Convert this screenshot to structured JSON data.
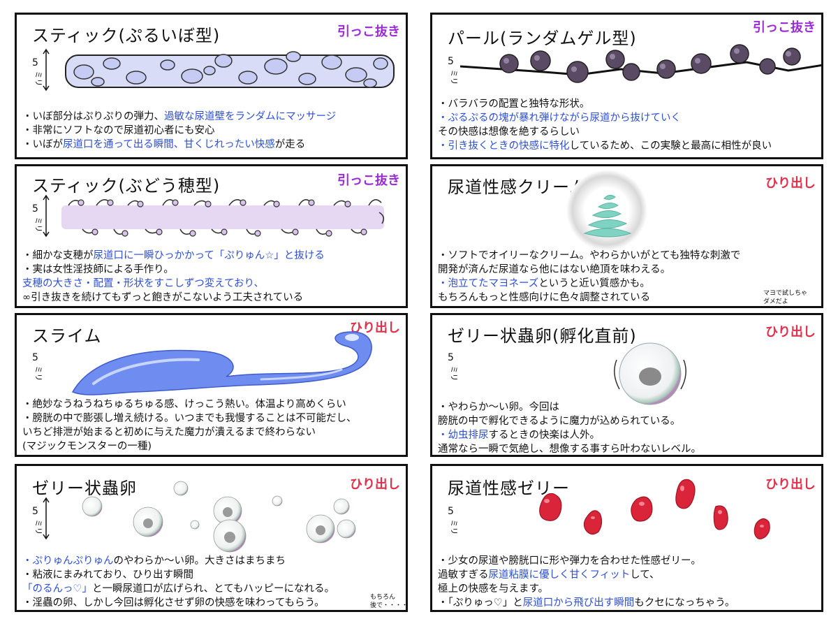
{
  "scale": {
    "number": "5",
    "unit": "ミリ"
  },
  "panels": {
    "stick_bumpy": {
      "title": "スティック(ぷるいぼ型)",
      "tag": "引っこ抜き",
      "lines": [
        [
          "・いぼ部分はぷりぷりの弾力、",
          "過敏な尿道壁をランダムにマッサージ",
          ""
        ],
        [
          "・非常にソフトなので尿道初心者にも安心",
          "",
          ""
        ],
        [
          "・いぼが",
          "尿道口を通って出る瞬間、甘くじれったい快感",
          "が走る"
        ]
      ]
    },
    "pearl": {
      "title": "パール(ランダムゲル型)",
      "tag": "引っこ抜き",
      "lines": [
        [
          "・バラバラの配置と独特な形状。",
          "",
          ""
        ],
        [
          "",
          "・ぷるぷるの塊が暴れ弾けながら尿道から抜けていく",
          ""
        ],
        [
          " その快感は想像を絶するらしい",
          "",
          ""
        ],
        [
          "",
          "・引き抜くときの快感に特化",
          "しているため、この実験と最高に相性が良い"
        ]
      ]
    },
    "stick_grape": {
      "title": "スティック(ぶどう穂型)",
      "tag": "引っこ抜き",
      "lines": [
        [
          "・細かな支穂が",
          "尿道口に一瞬ひっかかって「ぷりゅん☆」と抜ける",
          ""
        ],
        [
          "・実は女性淫技師による手作り。",
          "",
          ""
        ],
        [
          "",
          " 支穂の大きさ・配置・形状をすこしずつ変えており、",
          ""
        ],
        [
          " ∞引き抜きを続けてもずっと飽きがこないよう工夫されている",
          "",
          ""
        ]
      ]
    },
    "cream": {
      "title": "尿道性感クリーム",
      "tag": "ひり出し",
      "lines": [
        [
          "・ソフトでオイリーなクリーム。やわらかいがとても独特な刺激で",
          "",
          ""
        ],
        [
          " 開発が済んだ尿道なら他にはない絶頂を味わえる。",
          "",
          ""
        ],
        [
          "",
          "・泡立てたマヨネーズ",
          "というと近い質感かも。"
        ],
        [
          " もちろんもっと性感向けに色々調整されている",
          "",
          ""
        ]
      ],
      "note": [
        "マヨで試しちゃ",
        "ダメだよ"
      ]
    },
    "slime": {
      "title": "スライム",
      "tag": "ひり出し",
      "lines": [
        [
          "・絶妙なうねうねちゅるちゅる感、けっこう熱い。体温より高めくらい",
          "",
          ""
        ],
        [
          "・膀胱の中で膨張し増え続ける。いつまでも我慢することは不可能だし、",
          "",
          ""
        ],
        [
          " いちど排泄が始まると初めに与えた魔力が潰えるまで終わらない",
          "",
          ""
        ],
        [
          " (マジックモンスターの一種)",
          "",
          ""
        ]
      ]
    },
    "jelly_egg_hatch": {
      "title": "ゼリー状蟲卵(孵化直前)",
      "tag": "ひり出し",
      "lines": [
        [
          "・やわらか〜い卵。今回は",
          "",
          ""
        ],
        [
          " 膀胱の中で孵化できるように魔力が込められている。",
          "",
          ""
        ],
        [
          "",
          "・幼虫排尿",
          "するときの快楽は人外。"
        ],
        [
          " 通常なら一瞬で気絶し、想像する事すら叶わないレベル。",
          "",
          ""
        ]
      ]
    },
    "jelly_egg": {
      "title": "ゼリー状蟲卵",
      "tag": "ひり出し",
      "lines": [
        [
          "",
          "・ぷりゅんぷりゅん",
          "のやわらか〜い卵。大きさはまちまち"
        ],
        [
          "・粘液にまみれており、ひり出す瞬間",
          "",
          ""
        ],
        [
          "",
          "「のるんっ♡」",
          "と一瞬尿道口が広げられ、とてもハッピーになれる。"
        ],
        [
          "・淫蟲の卵、しかし今回は孵化させず卵の快感を味わってもらう。",
          "",
          ""
        ]
      ],
      "note": [
        "もちろん",
        "後で・・・・"
      ]
    },
    "jelly": {
      "title": "尿道性感ゼリー",
      "tag": "ひり出し",
      "lines": [
        [
          "・少女の尿道や膀胱口に形や弾力を合わせた性感ゼリー。",
          "",
          ""
        ],
        [
          " 過敏すぎる",
          "尿道粘膜に優しく甘くフィット",
          "して、"
        ],
        [
          " 極上の快感を与えます。",
          "",
          ""
        ],
        [
          "・「ぷりゅっ♡」と",
          "尿道口から飛び出す瞬間",
          "もクセになっちゃう。"
        ]
      ]
    }
  },
  "colors": {
    "highlight": "#2d4fd8",
    "tag_purple": "#9b2bd6",
    "tag_red": "#e0304a"
  }
}
